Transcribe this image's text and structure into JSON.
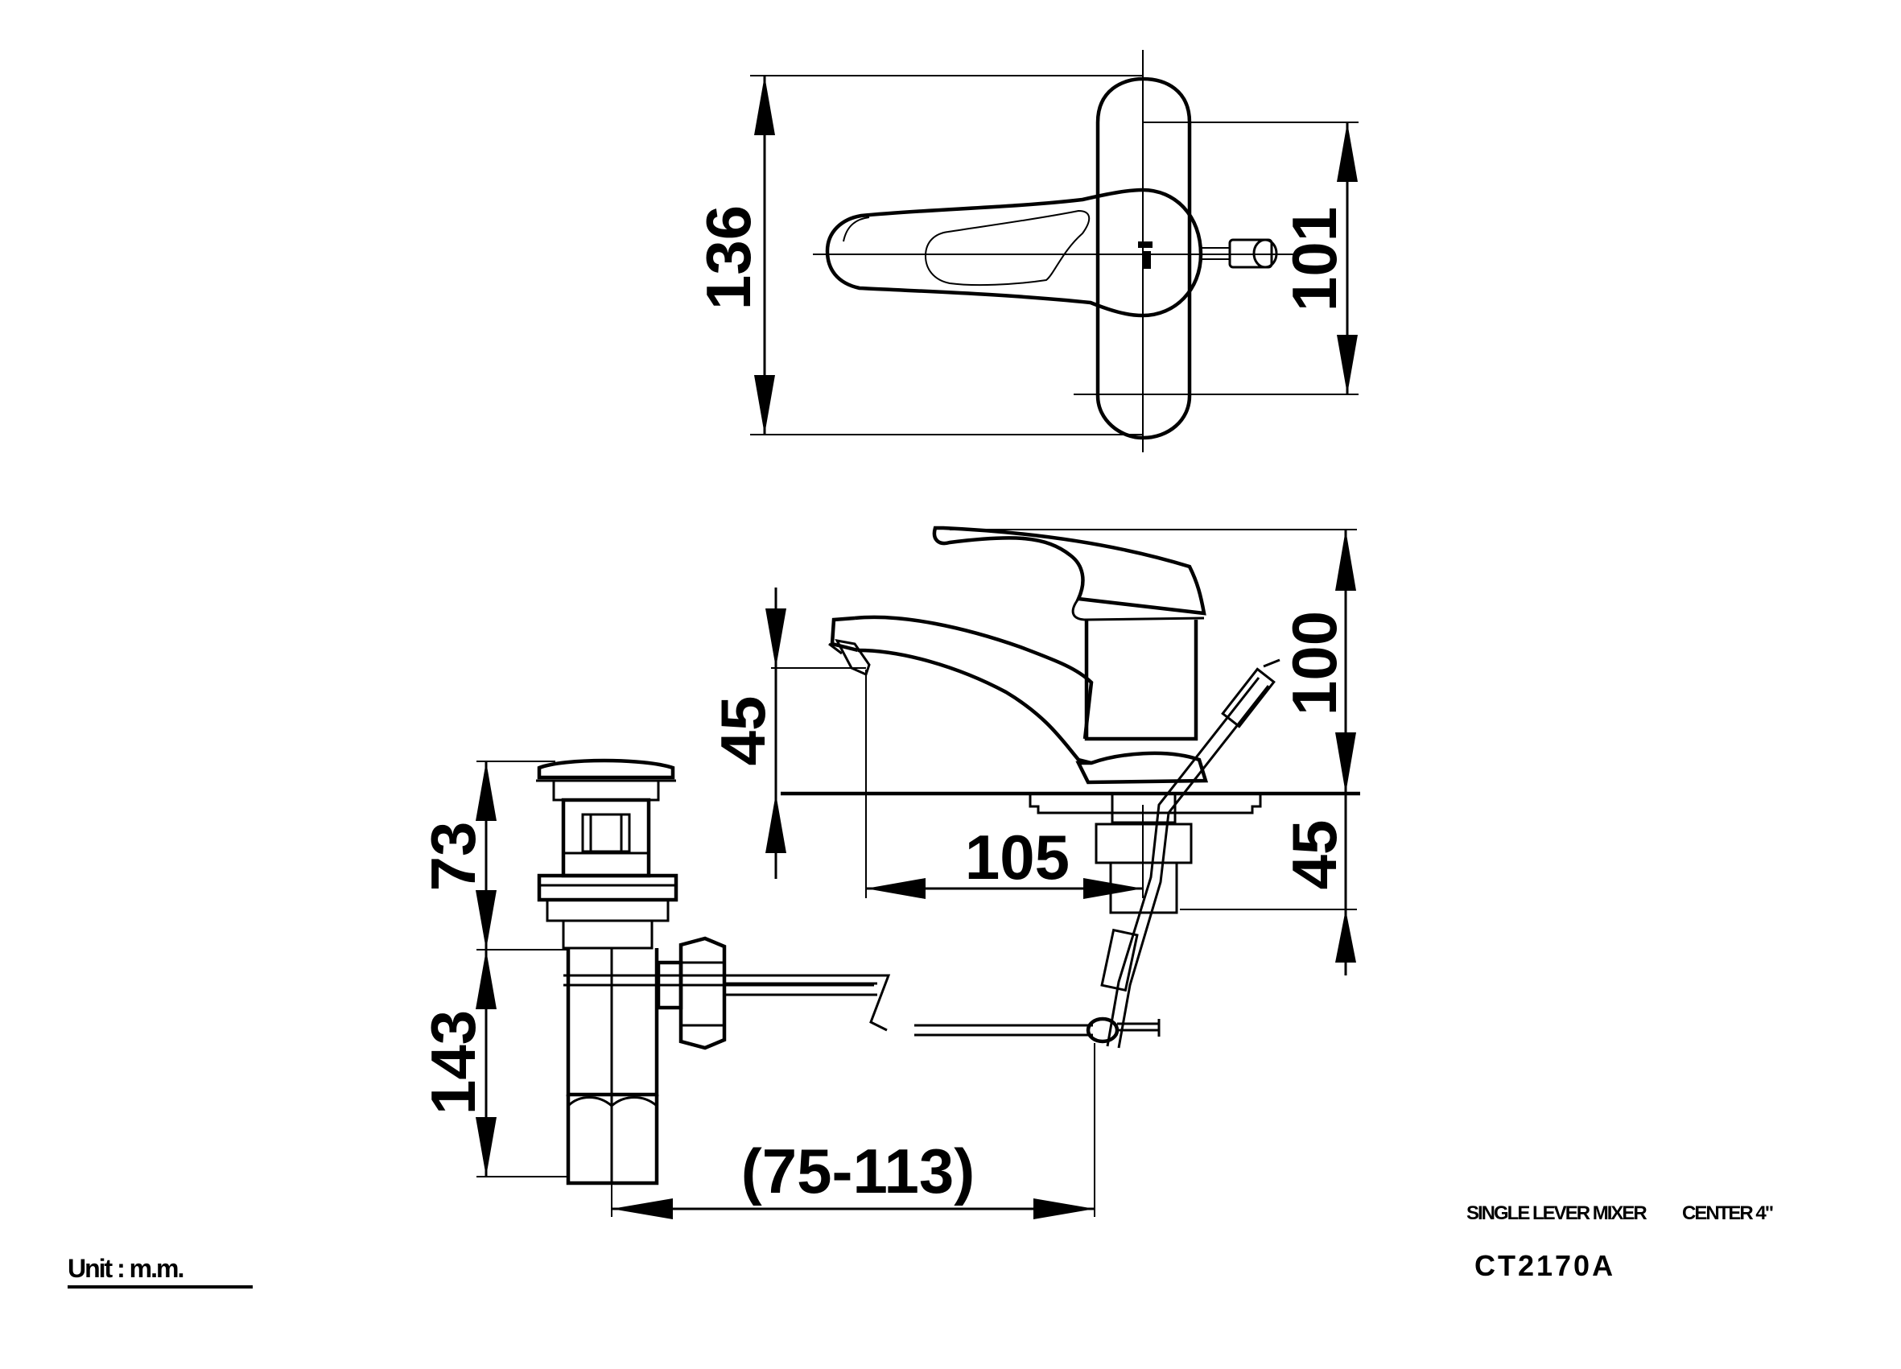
{
  "drawing": {
    "dimensions": {
      "top_height": "136",
      "top_width": "101",
      "spout_height": "45",
      "total_height": "100",
      "lower_body": "45",
      "spout_reach": "105",
      "popup_top": "73",
      "popup_bottom": "143",
      "rod_range": "(75-113)"
    }
  },
  "labels": {
    "unit": "Unit : m.m.",
    "product_title": "SINGLE LEVER MIXER",
    "center": "CENTER 4\"",
    "model": "CT2170A"
  }
}
